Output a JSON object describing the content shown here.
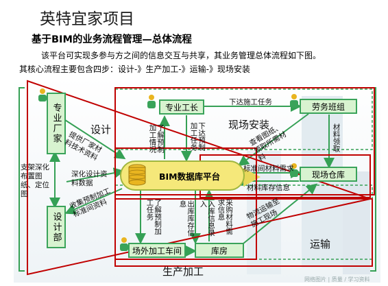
{
  "header": {
    "title": "英特宜家项目",
    "subtitle": "基于BIM的业务流程管理—总体流程",
    "desc_line1": "该平台可实现多参与方之间的信息交互与共享，其业务管理总体流程如下图。",
    "desc_line2": "其核心流程主要包含四步：设计-》生产加工-》运输-》现场安装"
  },
  "nodes": {
    "manufacturer": "专业厂家",
    "design_dept": "设计部",
    "foreman": "专业工长",
    "labor_team": "劳务班组",
    "site_warehouse": "现场仓库",
    "offsite_workshop": "场外加工车间",
    "warehouse": "库房",
    "bim_platform": "BIM数据库平台"
  },
  "regions": {
    "design": "设计",
    "site_install": "现场安装",
    "production": "生产加工",
    "transport": "运输"
  },
  "labels": {
    "mfr_to_bim": "提供厂家材料技术资料",
    "design_to_bim": "深化设计资料数据",
    "support_drawings": "支架深化布置图纸、定位图",
    "bim_to_design": "收集预制加工标准间资料",
    "foreman_to_labor": "下达施工任务",
    "foreman_prefab": "了解预制加工情况",
    "foreman_task": "下达预制加工任务",
    "view_drawings": "查看图纸、领取所需材料",
    "std_material_req": "标准间材料需求",
    "material_stock": "材料库存信息",
    "material_pickup": "材料领取",
    "workshop_prefab": "了解预制加工任务",
    "warehouse_in": "出库库存信息",
    "warehouse_info": "入库信息录入",
    "purchase": "采购材料需求信息",
    "logistics": "物流运输至施工现场"
  },
  "watermark": "网络图片 | 质量 / 学习资料",
  "colors": {
    "node_fill": "#d8f3d0",
    "node_border": "#3aa35a",
    "arrow_green": "#35a055",
    "red_frame": "#c00000",
    "platform_fill": "#f5e87a"
  }
}
